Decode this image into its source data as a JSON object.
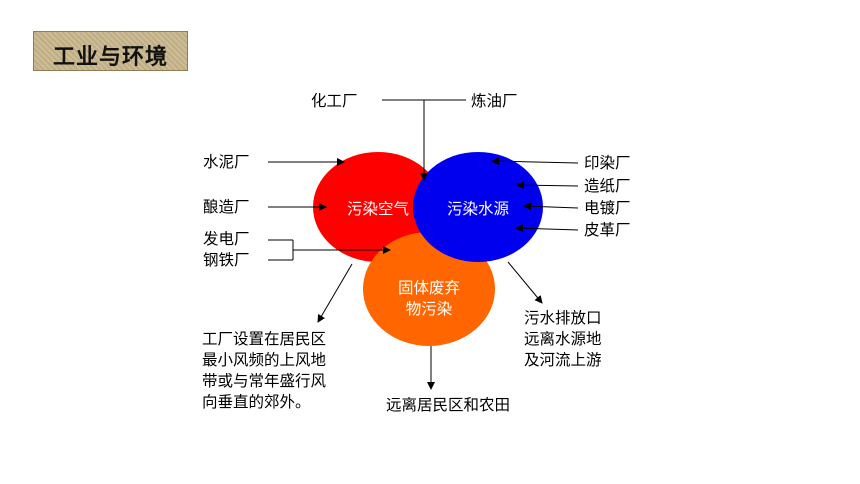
{
  "title": "工业与环境",
  "circles": {
    "air": "污染空气",
    "water": "污染水源",
    "solid_line1": "固体废弃",
    "solid_line2": "物污染"
  },
  "labels": {
    "chemical": "化工厂",
    "refinery": "炼油厂",
    "cement": "水泥厂",
    "brewery": "酿造厂",
    "power": "发电厂",
    "steel": "钢铁厂",
    "printing_dyeing": "印染厂",
    "paper": "造纸厂",
    "electroplating": "电镀厂",
    "leather": "皮革厂"
  },
  "notes": {
    "air": [
      "工厂设置在居民区",
      "最小风频的上风地",
      "带或与常年盛行风",
      "向垂直的郊外。"
    ],
    "water": [
      "污水排放口",
      "远离水源地",
      "及河流上游"
    ],
    "solid": "远离居民区和农田"
  },
  "colors": {
    "air_circle": "#ff0000",
    "water_circle": "#0000ee",
    "solid_circle": "#ff6600",
    "title_bg": "#c9b68c"
  }
}
